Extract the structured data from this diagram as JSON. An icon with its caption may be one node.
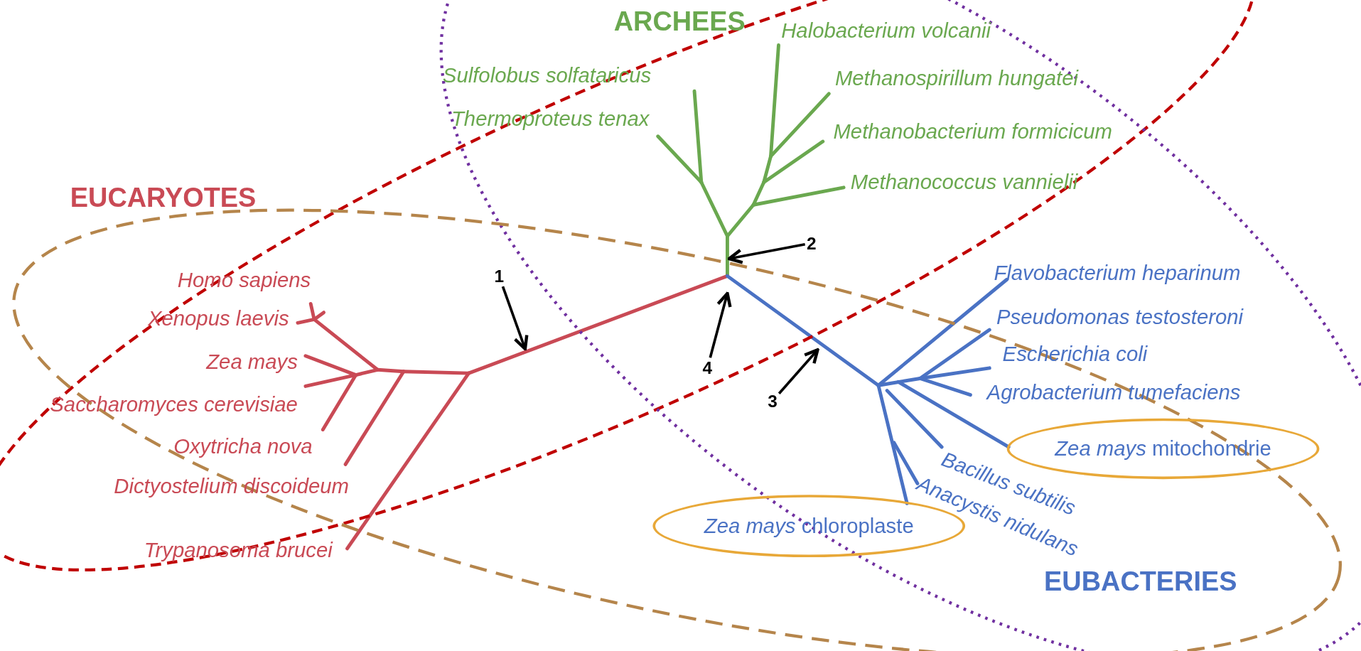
{
  "diagram": {
    "nodes": [
      {
        "text": [
          "1"
        ]
      },
      {
        "text": [
          "2"
        ]
      },
      {
        "text": [
          "3"
        ]
      },
      {
        "text": [
          "4"
        ]
      },
      {
        "text": [
          "*Zea mays* mitochondrie"
        ]
      },
      {
        "text": [
          "*Zea mays* chloroplaste"
        ]
      }
    ],
    "edges": [
      {
        "from": 0,
        "to": null,
        "arrow": "to"
      },
      {
        "from": 1,
        "to": null,
        "arrow": "to"
      },
      {
        "from": 2,
        "to": null,
        "arrow": "to"
      },
      {
        "from": 3,
        "to": null,
        "arrow": "to"
      }
    ],
    "labels": [
      "ARCHEES",
      "Halobacterium volcanii",
      "Sulfolobus solfataricus",
      "Methanospirillum hungatei",
      "Thermoproteus tenax",
      "Methanobacterium formicicum",
      "Methanococcus vannielii",
      "EUCARYOTES",
      "Homo sapiens",
      "Xenopus laevis",
      "Zea mays",
      "Saccharomyces cerevisiae",
      "Oxytricha nova",
      "Flavobacterium heparinum",
      "Pseudomonas testosteroni",
      "Escherichia coli",
      "Agrobacterium tumefaciens",
      "Dictyostelium discoideum",
      "Bacillus subtilis",
      "Trypanosoma brucei",
      "Anacystis nidulans",
      "EUBACTERIES"
    ]
  }
}
